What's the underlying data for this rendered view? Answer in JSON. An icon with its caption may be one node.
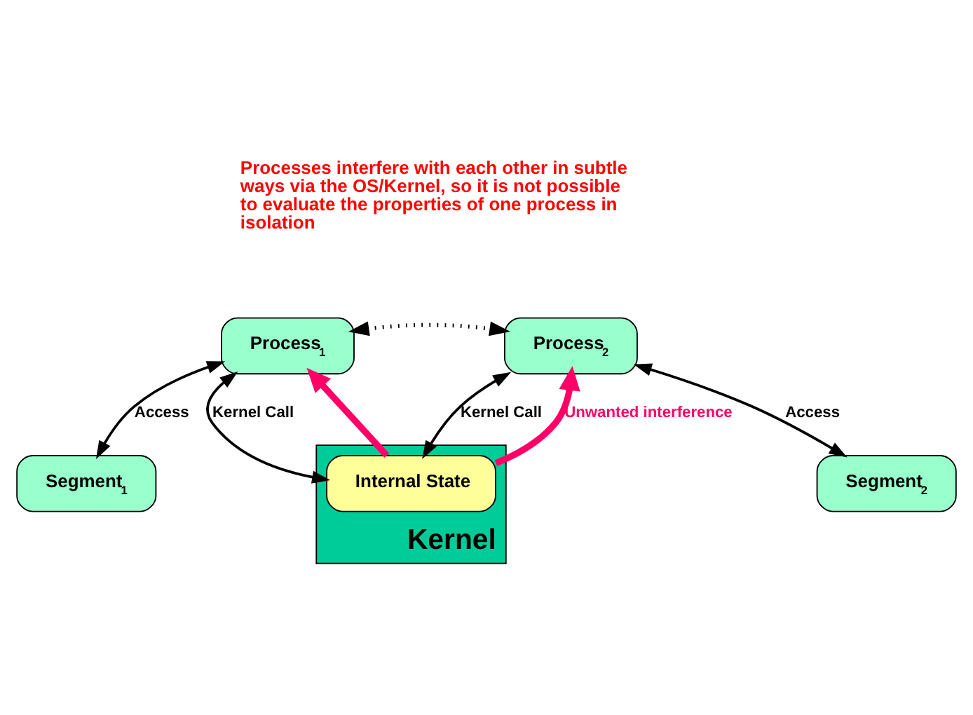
{
  "diagram": {
    "nodes": [
      {
        "text": [
          "Process$_{1}$"
        ]
      },
      {
        "text": [
          "Process$_{2}$"
        ]
      },
      {
        "text": [
          "Kernel"
        ]
      },
      {
        "text": [
          "Internal State"
        ],
        "in": 2
      },
      {
        "text": [
          "Segment$_{1}$"
        ]
      },
      {
        "text": [
          "Segment$_{2}$"
        ]
      }
    ],
    "edges": [
      {
        "from": 0,
        "to": 1,
        "arrow": "both",
        "style": "dashed"
      },
      {
        "from": 0,
        "to": 3,
        "arrow": "both",
        "label": "Kernel Call"
      },
      {
        "from": 1,
        "to": 3,
        "arrow": "both",
        "label": "Kernel Call"
      },
      {
        "from": 3,
        "to": 0,
        "arrow": "to",
        "style": "thick",
        "color": "#ff0066"
      },
      {
        "from": 3,
        "to": 1,
        "arrow": "to",
        "style": "thick",
        "color": "#ff0066",
        "label": "Unwanted interference"
      },
      {
        "from": 0,
        "to": 4,
        "arrow": "both",
        "label": "Access"
      },
      {
        "from": 1,
        "to": 5,
        "arrow": "both",
        "label": "Access"
      }
    ],
    "labels": [
      "Processes interfere with each other in subtle ways via the OS/Kernel, so it is not possible to evaluate the properties of one process in isolation"
    ]
  }
}
